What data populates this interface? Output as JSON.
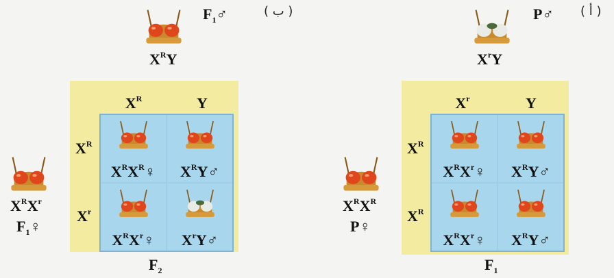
{
  "panel_a": {
    "tag": "( أ )",
    "parent_male_label": "P♂",
    "parent_male_genotype": {
      "base1": "X",
      "sup1": "r",
      "base2": "Y"
    },
    "parent_female_genotype": {
      "base1": "X",
      "sup1": "R",
      "base2": "X",
      "sup2": "R"
    },
    "parent_female_label": "P♀",
    "col_headers": [
      {
        "base": "X",
        "sup": "r"
      },
      {
        "base": "Y",
        "sup": ""
      }
    ],
    "row_headers": [
      {
        "base": "X",
        "sup": "R"
      },
      {
        "base": "X",
        "sup": "R"
      }
    ],
    "cells": [
      {
        "base1": "X",
        "sup1": "R",
        "base2": "X",
        "sup2": "r",
        "sex": "♀"
      },
      {
        "base1": "X",
        "sup1": "R",
        "base2": "Y",
        "sup2": "",
        "sex": "♂"
      },
      {
        "base1": "X",
        "sup1": "R",
        "base2": "X",
        "sup2": "r",
        "sex": "♀"
      },
      {
        "base1": "X",
        "sup1": "R",
        "base2": "Y",
        "sup2": "",
        "sex": "♂"
      }
    ],
    "generation": {
      "base": "F",
      "sub": "1"
    }
  },
  "panel_b": {
    "tag": "( ب )",
    "parent_male_label": {
      "base": "F",
      "sub": "1",
      "sex": "♂"
    },
    "parent_male_genotype": {
      "base1": "X",
      "sup1": "R",
      "base2": "Y"
    },
    "parent_female_genotype": {
      "base1": "X",
      "sup1": "R",
      "base2": "X",
      "sup2": "r"
    },
    "parent_female_label": {
      "base": "F",
      "sub": "1",
      "sex": "♀"
    },
    "col_headers": [
      {
        "base": "X",
        "sup": "R"
      },
      {
        "base": "Y",
        "sup": ""
      }
    ],
    "row_headers": [
      {
        "base": "X",
        "sup": "R"
      },
      {
        "base": "X",
        "sup": "r"
      }
    ],
    "cells": [
      {
        "base1": "X",
        "sup1": "R",
        "base2": "X",
        "sup2": "R",
        "sex": "♀"
      },
      {
        "base1": "X",
        "sup1": "R",
        "base2": "Y",
        "sup2": "",
        "sex": "♂"
      },
      {
        "base1": "X",
        "sup1": "R",
        "base2": "X",
        "sup2": "r",
        "sex": "♀"
      },
      {
        "base1": "X",
        "sup1": "r",
        "base2": "Y",
        "sup2": "",
        "sex": "♂"
      }
    ],
    "generation": {
      "base": "F",
      "sub": "2"
    }
  },
  "colors": {
    "yellow": "#f3eba0",
    "blue_grid": "#a8d6ec",
    "red_eye": "#e0461c",
    "white_eye": "#e9ece6",
    "body": "#c98a2e"
  }
}
